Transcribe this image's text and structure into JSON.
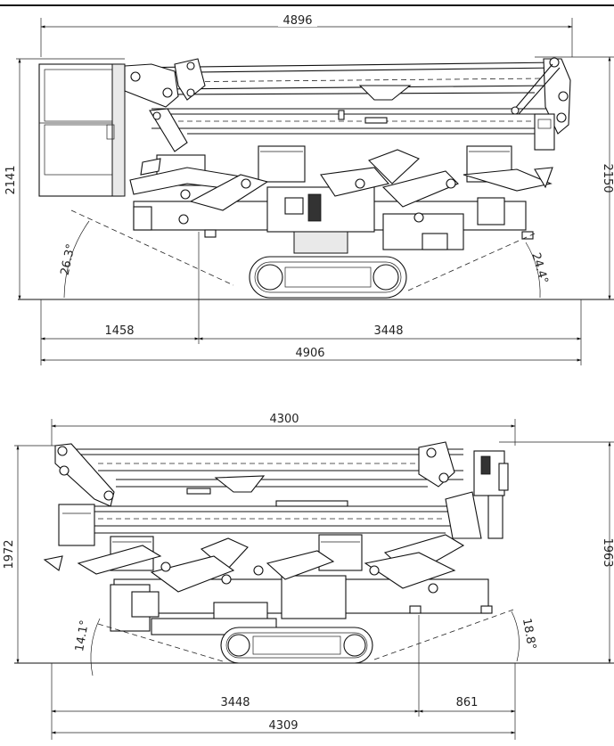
{
  "top_view": {
    "overall_length_top": "4896",
    "height_left": "2141",
    "height_right": "2150",
    "angle_left": "26.3°",
    "angle_right": "24.4°",
    "front_overhang": "1458",
    "wheelbase": "3448",
    "overall_length_bottom": "4906"
  },
  "bottom_view": {
    "overall_length_top": "4300",
    "height_left": "1972",
    "height_right": "1963",
    "angle_left": "14.1°",
    "angle_right": "18.8°",
    "wheelbase": "3448",
    "rear_overhang": "861",
    "overall_length_bottom": "4309"
  }
}
